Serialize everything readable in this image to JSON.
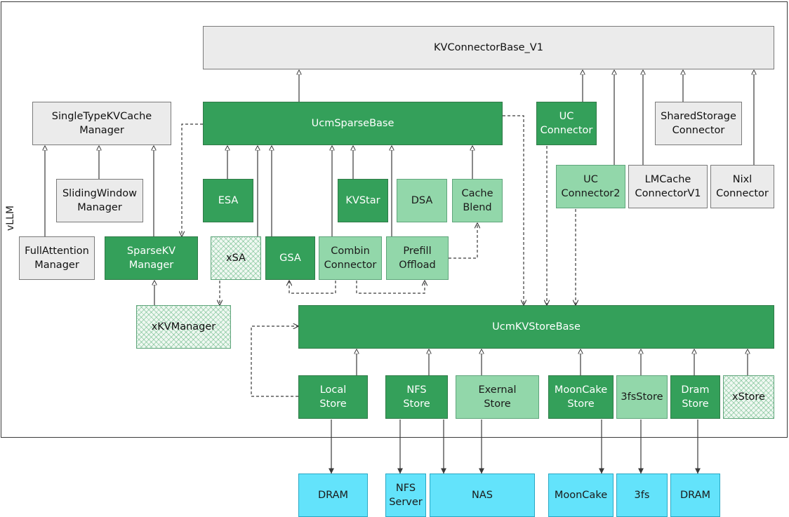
{
  "frame_label": "vLLM",
  "colors": {
    "dark_green": "#34a05a",
    "light_green": "#92d7aa",
    "gray": "#ebebeb",
    "cyan": "#63e3fb",
    "line": "#3a3a3a"
  },
  "nodes": [
    {
      "id": "kvconnectorbase",
      "label": "KVConnectorBase_V1",
      "style": "gray"
    },
    {
      "id": "singletype",
      "label": "SingleTypeKVCache\nManager",
      "style": "gray"
    },
    {
      "id": "ucmsparsebase",
      "label": "UcmSparseBase",
      "style": "dark"
    },
    {
      "id": "ucconnector",
      "label": "UC\nConnector",
      "style": "dark"
    },
    {
      "id": "sharedstorage",
      "label": "SharedStorage\nConnector",
      "style": "gray"
    },
    {
      "id": "slidingwindow",
      "label": "SlidingWindow\nManager",
      "style": "gray"
    },
    {
      "id": "esa",
      "label": "ESA",
      "style": "dark"
    },
    {
      "id": "kvstar",
      "label": "KVStar",
      "style": "dark"
    },
    {
      "id": "dsa",
      "label": "DSA",
      "style": "light"
    },
    {
      "id": "cacheblend",
      "label": "Cache\nBlend",
      "style": "light"
    },
    {
      "id": "ucconnector2",
      "label": "UC\nConnector2",
      "style": "light"
    },
    {
      "id": "lmcache",
      "label": "LMCache\nConnectorV1",
      "style": "gray"
    },
    {
      "id": "nixl",
      "label": "Nixl\nConnector",
      "style": "gray"
    },
    {
      "id": "fullattention",
      "label": "FullAttention\nManager",
      "style": "gray"
    },
    {
      "id": "sparsekv",
      "label": "SparseKV\nManager",
      "style": "dark"
    },
    {
      "id": "xsa",
      "label": "xSA",
      "style": "hatch"
    },
    {
      "id": "gsa",
      "label": "GSA",
      "style": "dark"
    },
    {
      "id": "combin",
      "label": "Combin\nConnector",
      "style": "light"
    },
    {
      "id": "prefill",
      "label": "Prefill\nOffload",
      "style": "light"
    },
    {
      "id": "xkvmanager",
      "label": "xKVManager",
      "style": "hatch"
    },
    {
      "id": "ucmkvstorebase",
      "label": "UcmKVStoreBase",
      "style": "dark"
    },
    {
      "id": "localstore",
      "label": "Local\nStore",
      "style": "dark"
    },
    {
      "id": "nfsstore",
      "label": "NFS\nStore",
      "style": "dark"
    },
    {
      "id": "exernalstore",
      "label": "Exernal\nStore",
      "style": "light"
    },
    {
      "id": "mooncakestore",
      "label": "MoonCake\nStore",
      "style": "dark"
    },
    {
      "id": "fsstore",
      "label": "3fsStore",
      "style": "light"
    },
    {
      "id": "dramstore",
      "label": "Dram\nStore",
      "style": "dark"
    },
    {
      "id": "xstore",
      "label": "xStore",
      "style": "hatch"
    },
    {
      "id": "dram1",
      "label": "DRAM",
      "style": "cyan"
    },
    {
      "id": "nfsserver",
      "label": "NFS\nServer",
      "style": "cyan"
    },
    {
      "id": "nas",
      "label": "NAS",
      "style": "cyan"
    },
    {
      "id": "mooncake",
      "label": "MoonCake",
      "style": "cyan"
    },
    {
      "id": "fs3",
      "label": "3fs",
      "style": "cyan"
    },
    {
      "id": "dram2",
      "label": "DRAM",
      "style": "cyan"
    }
  ],
  "edges": [
    {
      "from": "ucmsparsebase",
      "to": "kvconnectorbase",
      "kind": "inherit"
    },
    {
      "from": "ucconnector",
      "to": "kvconnectorbase",
      "kind": "inherit"
    },
    {
      "from": "ucconnector2",
      "to": "kvconnectorbase",
      "kind": "inherit"
    },
    {
      "from": "lmcache",
      "to": "kvconnectorbase",
      "kind": "inherit"
    },
    {
      "from": "sharedstorage",
      "to": "kvconnectorbase",
      "kind": "inherit"
    },
    {
      "from": "nixl",
      "to": "kvconnectorbase",
      "kind": "inherit"
    },
    {
      "from": "fullattention",
      "to": "singletype",
      "kind": "inherit"
    },
    {
      "from": "slidingwindow",
      "to": "singletype",
      "kind": "inherit"
    },
    {
      "from": "sparsekv",
      "to": "singletype",
      "kind": "inherit"
    },
    {
      "from": "esa",
      "to": "ucmsparsebase",
      "kind": "inherit"
    },
    {
      "from": "xsa",
      "to": "ucmsparsebase",
      "kind": "inherit"
    },
    {
      "from": "gsa",
      "to": "ucmsparsebase",
      "kind": "inherit"
    },
    {
      "from": "combin",
      "to": "ucmsparsebase",
      "kind": "inherit"
    },
    {
      "from": "kvstar",
      "to": "ucmsparsebase",
      "kind": "inherit"
    },
    {
      "from": "prefill",
      "to": "ucmsparsebase",
      "kind": "inherit"
    },
    {
      "from": "cacheblend",
      "to": "ucmsparsebase",
      "kind": "inherit"
    },
    {
      "from": "xkvmanager",
      "to": "sparsekv",
      "kind": "inherit"
    },
    {
      "from": "localstore",
      "to": "ucmkvstorebase",
      "kind": "inherit"
    },
    {
      "from": "nfsstore",
      "to": "ucmkvstorebase",
      "kind": "inherit"
    },
    {
      "from": "exernalstore",
      "to": "ucmkvstorebase",
      "kind": "inherit"
    },
    {
      "from": "mooncakestore",
      "to": "ucmkvstorebase",
      "kind": "inherit"
    },
    {
      "from": "fsstore",
      "to": "ucmkvstorebase",
      "kind": "inherit"
    },
    {
      "from": "dramstore",
      "to": "ucmkvstorebase",
      "kind": "inherit"
    },
    {
      "from": "xstore",
      "to": "ucmkvstorebase",
      "kind": "inherit"
    },
    {
      "from": "ucmsparsebase",
      "to": "sparsekv",
      "kind": "uses"
    },
    {
      "from": "ucmsparsebase",
      "to": "ucmkvstorebase",
      "kind": "uses"
    },
    {
      "from": "ucconnector",
      "to": "ucmkvstorebase",
      "kind": "uses"
    },
    {
      "from": "ucconnector2",
      "to": "ucmkvstorebase",
      "kind": "uses"
    },
    {
      "from": "xsa",
      "to": "xkvmanager",
      "kind": "uses"
    },
    {
      "from": "combin",
      "to": "gsa",
      "kind": "uses"
    },
    {
      "from": "combin",
      "to": "prefill",
      "kind": "uses"
    },
    {
      "from": "prefill",
      "to": "cacheblend",
      "kind": "uses"
    },
    {
      "from": "localstore",
      "to": "ucmkvstorebase",
      "kind": "uses"
    },
    {
      "from": "localstore",
      "to": "dram1",
      "kind": "backs"
    },
    {
      "from": "nfsstore",
      "to": "nfsserver",
      "kind": "backs"
    },
    {
      "from": "nfsstore",
      "to": "nas",
      "kind": "backs"
    },
    {
      "from": "exernalstore",
      "to": "nas",
      "kind": "backs"
    },
    {
      "from": "mooncakestore",
      "to": "mooncake",
      "kind": "backs"
    },
    {
      "from": "fsstore",
      "to": "fs3",
      "kind": "backs"
    },
    {
      "from": "dramstore",
      "to": "dram2",
      "kind": "backs"
    }
  ]
}
